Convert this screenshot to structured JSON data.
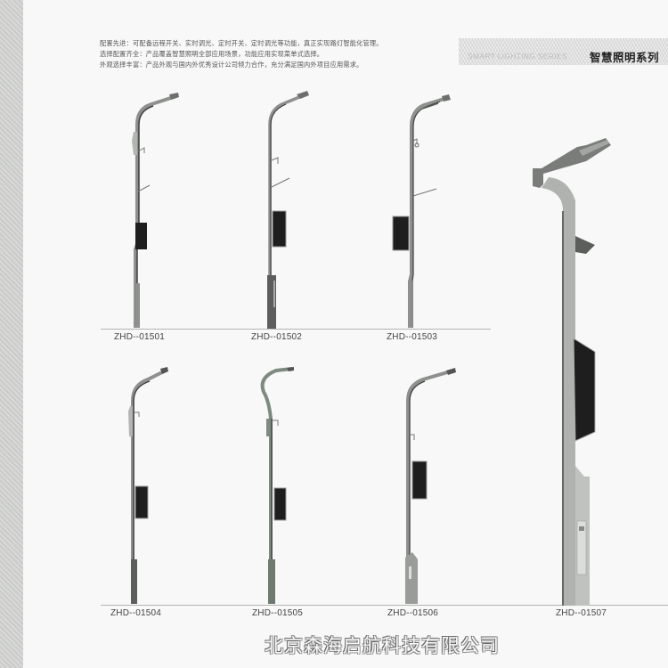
{
  "intro": {
    "lines": [
      "配置先进：可配备远程开关、实时调光、定时开关、定时调光等功能，真正实现路灯智能化管理。",
      "选择配置齐全：产品覆盖智慧照明全部应用场景，功能应用实现菜单式选择。",
      "外观选择丰富：产品外观与国内外优秀设计公司倾力合作，充分满足国内外项目应用需求。"
    ]
  },
  "series": {
    "english": "SMART LIGHTING SERIES",
    "chinese": "智慧照明系列"
  },
  "products": [
    {
      "model": "ZHD--01501",
      "row": 1
    },
    {
      "model": "ZHD--01502",
      "row": 1
    },
    {
      "model": "ZHD--01503",
      "row": 1
    },
    {
      "model": "ZHD--01504",
      "row": 2
    },
    {
      "model": "ZHD--01505",
      "row": 2
    },
    {
      "model": "ZHD--01506",
      "row": 2
    },
    {
      "model": "ZHD--01507",
      "row": 2
    }
  ],
  "colors": {
    "pole_gray": "#9a9c9a",
    "pole_dark": "#4a4c4a",
    "screen_black": "#1e1e1e",
    "pole_green_gray": "#7d8a80",
    "baseline": "#b4b4b4"
  },
  "footer": {
    "company": "北京森海启航科技有限公司"
  }
}
